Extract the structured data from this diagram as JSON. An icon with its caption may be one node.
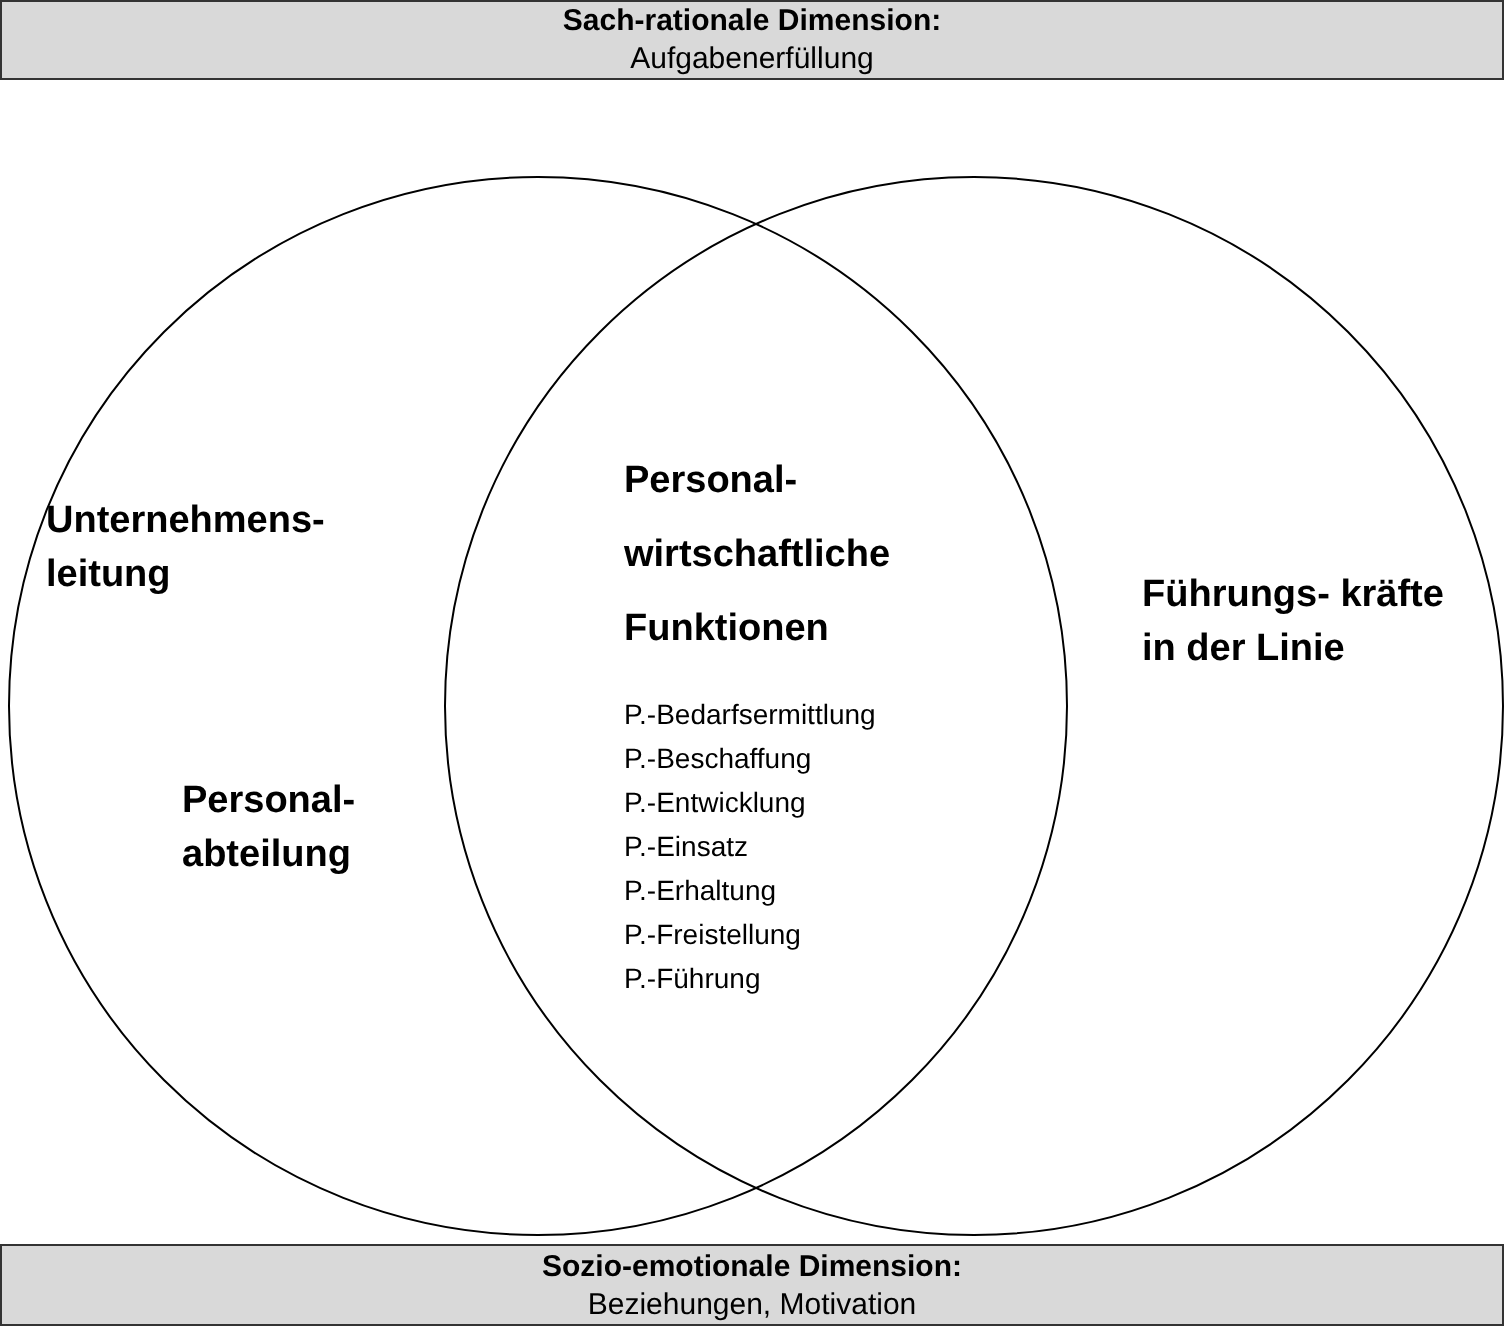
{
  "diagram": {
    "nodes": [
      {
        "text": [
          "Sach-rationale Dimension:",
          "Aufgabenerfüllung"
        ]
      },
      {
        "text": [
          "Unternehmens- leitung",
          "Personal- abteilung"
        ]
      },
      {
        "text": [
          "Führungs- kräfte in der Linie"
        ]
      },
      {
        "text": [
          "Personal- wirtschaftliche Funktionen",
          "P.-Bedarfsermittlung",
          "P.-Beschaffung",
          "P.-Entwicklung",
          "P.-Einsatz",
          "P.-Erhaltung",
          "P.-Freistellung",
          "P.-Führung"
        ]
      },
      {
        "text": [
          "Sozio-emotionale Dimension:",
          "Beziehungen, Motivation"
        ]
      }
    ],
    "edges": []
  }
}
